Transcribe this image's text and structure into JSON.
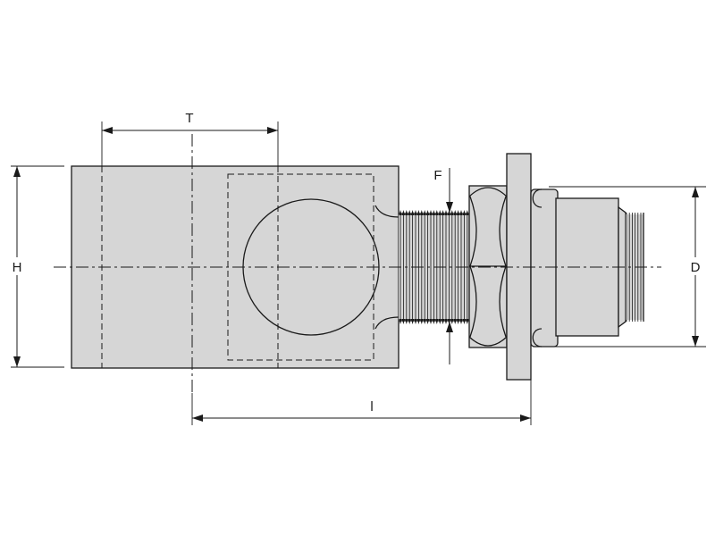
{
  "diagram": {
    "labels": {
      "t": "T",
      "h": "H",
      "f": "F",
      "d": "D",
      "l": "l"
    }
  }
}
